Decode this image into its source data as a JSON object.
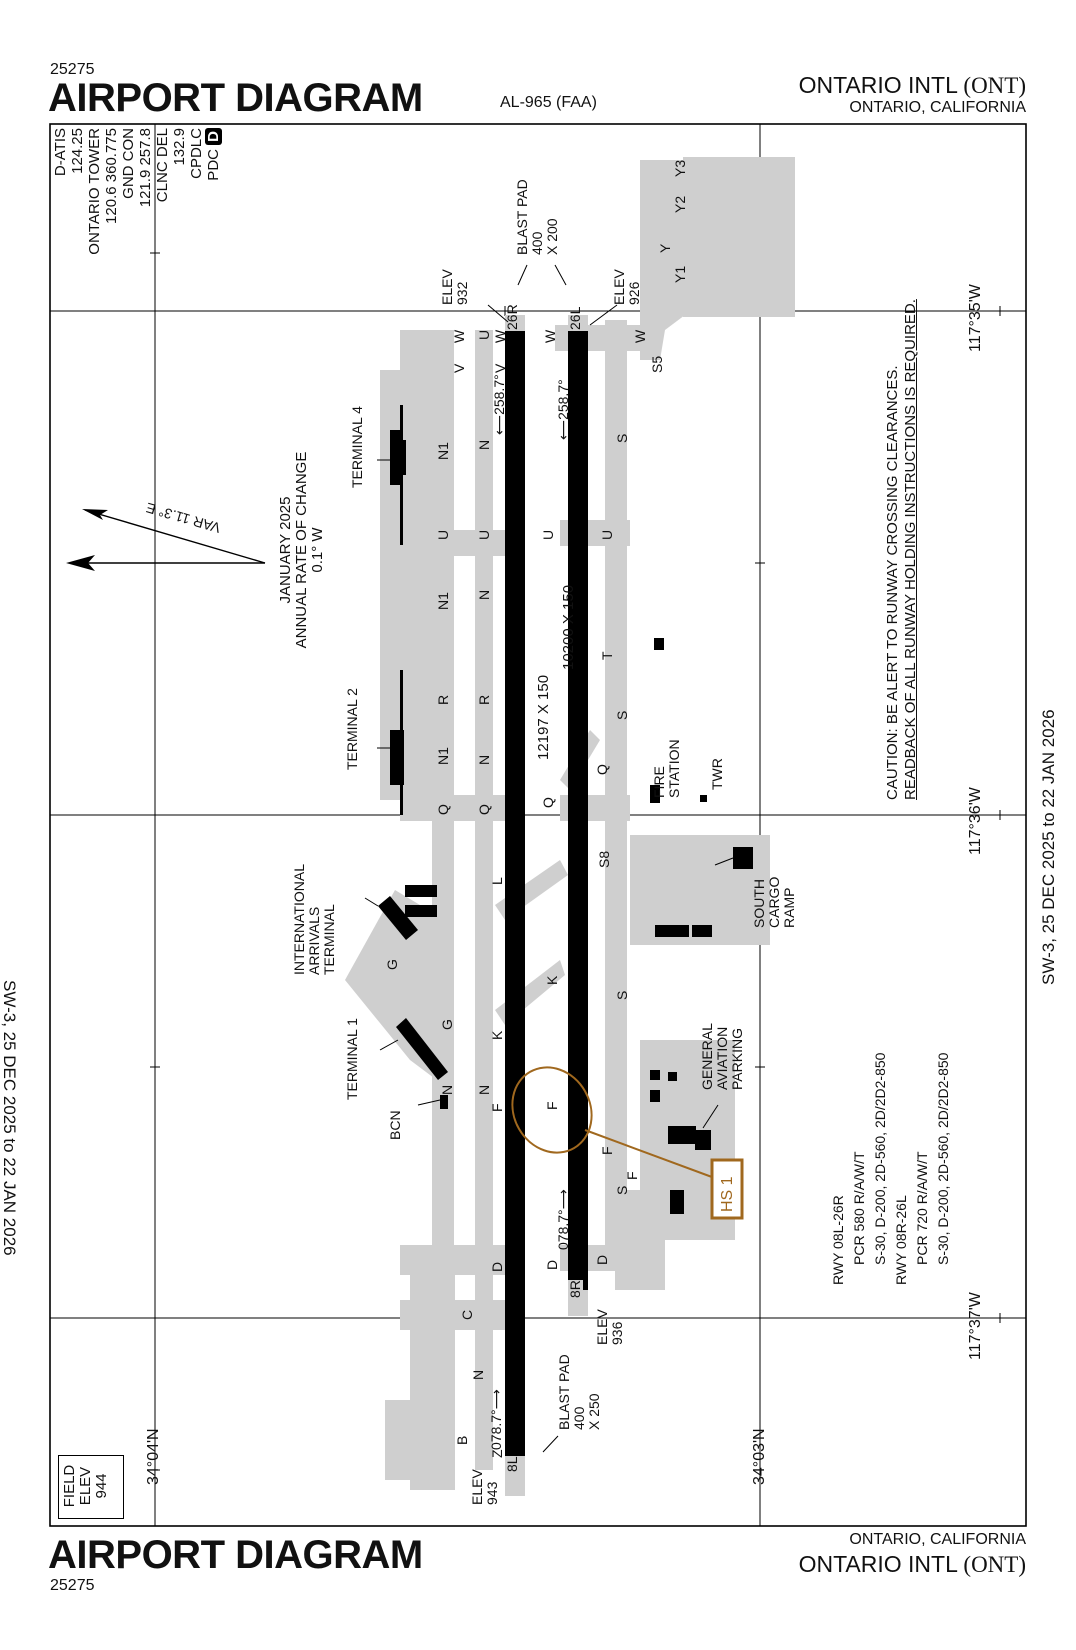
{
  "header": {
    "chart_number": "25275",
    "title": "AIRPORT DIAGRAM",
    "chart_id": "AL-965 (FAA)",
    "airport_name": "ONTARIO INTL",
    "airport_code": "(ONT)",
    "location": "ONTARIO, CALIFORNIA"
  },
  "footer": {
    "chart_number": "25275",
    "title": "AIRPORT DIAGRAM",
    "airport_name": "ONTARIO INTL",
    "airport_code": "(ONT)",
    "location": "ONTARIO, CALIFORNIA"
  },
  "validity": {
    "left": "SW-3,  25 DEC 2025  to  22 JAN 2026",
    "right": "SW-3,  25 DEC 2025  to  22 JAN 2026"
  },
  "frequencies": {
    "lines": [
      "D-ATIS",
      "124.25",
      "ONTARIO TOWER",
      "120.6 360.775",
      "GND CON",
      "121.9 257.8",
      "CLNC DEL",
      "132.9",
      "CPDLC",
      "PDC"
    ],
    "datalink_badge": "D"
  },
  "field_elev": {
    "lines": [
      "FIELD",
      "ELEV",
      "944"
    ]
  },
  "magnetic": {
    "variation": "VAR 11.3° E",
    "lines": [
      "JANUARY 2025",
      "ANNUAL RATE OF CHANGE",
      "0.1° W"
    ]
  },
  "caution": {
    "line1": "CAUTION:  BE ALERT TO RUNWAY CROSSING CLEARANCES.",
    "line2": "READBACK OF ALL RUNWAY HOLDING INSTRUCTIONS IS REQUIRED."
  },
  "coordinates": {
    "lon_top": "117°35'W",
    "lon_mid": "117°36'W",
    "lon_bottom": "117°37'W",
    "lat_left": "34°04'N",
    "lat_right": "34°03'N"
  },
  "runways": [
    {
      "designation": "8L-26R",
      "end_low": "8L",
      "end_high": "26R",
      "dimensions": "12197 X 150",
      "heading_low": "078.7°",
      "heading_high": "258.7°",
      "elev_low": [
        "ELEV",
        "943"
      ],
      "elev_high": [
        "ELEV",
        "932"
      ]
    },
    {
      "designation": "8R-26L",
      "end_low": "8R",
      "end_high": "26L",
      "dimensions": "10200 X 150",
      "heading_low": "078.7°",
      "heading_high": "258.7°",
      "elev_low": [
        "ELEV",
        "936"
      ],
      "elev_high": [
        "ELEV",
        "926"
      ]
    }
  ],
  "blast_pads": [
    {
      "lines": [
        "BLAST PAD",
        "400",
        "X 200"
      ]
    },
    {
      "lines": [
        "BLAST PAD",
        "400",
        "X 250"
      ]
    }
  ],
  "runway_data": {
    "lines": [
      "RWY 08L-26R",
      "PCR 580 R/A/W/T",
      "S-30, D-200, 2D-560, 2D/2D2-850",
      "RWY 08R-26L",
      "PCR 720 R/A/W/T",
      "S-30, D-200, 2D-560, 2D/2D2-850"
    ]
  },
  "facilities": {
    "terminal_4": "TERMINAL 4",
    "terminal_2": "TERMINAL 2",
    "terminal_1": "TERMINAL 1",
    "intl_arrivals": [
      "INTERNATIONAL",
      "ARRIVALS",
      "TERMINAL"
    ],
    "bcn": "BCN",
    "fire_station": [
      "FIRE",
      "STATION"
    ],
    "twr": "TWR",
    "south_cargo": [
      "SOUTH",
      "CARGO",
      "RAMP"
    ],
    "general_aviation": [
      "GENERAL",
      "AVIATION",
      "PARKING"
    ],
    "hotspot": "HS 1"
  },
  "taxiways": [
    {
      "label": "W",
      "key": "w1"
    },
    {
      "label": "W",
      "key": "w2"
    },
    {
      "label": "W",
      "key": "w3"
    },
    {
      "label": "W",
      "key": "w4"
    },
    {
      "label": "V",
      "key": "v1"
    },
    {
      "label": "V",
      "key": "v2"
    },
    {
      "label": "Y1",
      "key": "y1"
    },
    {
      "label": "Y2",
      "key": "y2"
    },
    {
      "label": "Y3",
      "key": "y3"
    },
    {
      "label": "Y",
      "key": "y"
    },
    {
      "label": "S5",
      "key": "s5"
    },
    {
      "label": "S",
      "key": "s1"
    },
    {
      "label": "S",
      "key": "s2"
    },
    {
      "label": "S",
      "key": "s3"
    },
    {
      "label": "S",
      "key": "s4"
    },
    {
      "label": "S8",
      "key": "s8"
    },
    {
      "label": "N1",
      "key": "n1a"
    },
    {
      "label": "N1",
      "key": "n1b"
    },
    {
      "label": "N1",
      "key": "n1c"
    },
    {
      "label": "N",
      "key": "na"
    },
    {
      "label": "N",
      "key": "nb"
    },
    {
      "label": "N",
      "key": "nc"
    },
    {
      "label": "N",
      "key": "nd"
    },
    {
      "label": "N",
      "key": "ne"
    },
    {
      "label": "N",
      "key": "nf"
    },
    {
      "label": "U",
      "key": "u1"
    },
    {
      "label": "U",
      "key": "u2"
    },
    {
      "label": "U",
      "key": "u3"
    },
    {
      "label": "U",
      "key": "u4"
    },
    {
      "label": "U",
      "key": "u5"
    },
    {
      "label": "T",
      "key": "t1"
    },
    {
      "label": "R",
      "key": "r1"
    },
    {
      "label": "R",
      "key": "r2"
    },
    {
      "label": "Q",
      "key": "q1"
    },
    {
      "label": "Q",
      "key": "q2"
    },
    {
      "label": "Q",
      "key": "q3"
    },
    {
      "label": "Q",
      "key": "q4"
    },
    {
      "label": "L",
      "key": "l1"
    },
    {
      "label": "K",
      "key": "k1"
    },
    {
      "label": "K",
      "key": "k2"
    },
    {
      "label": "G",
      "key": "g1"
    },
    {
      "label": "G",
      "key": "g2"
    },
    {
      "label": "F",
      "key": "f1"
    },
    {
      "label": "F",
      "key": "f2"
    },
    {
      "label": "F",
      "key": "f3"
    },
    {
      "label": "F",
      "key": "f4"
    },
    {
      "label": "D",
      "key": "d1"
    },
    {
      "label": "D",
      "key": "d2"
    },
    {
      "label": "D",
      "key": "d3"
    },
    {
      "label": "C",
      "key": "c1"
    },
    {
      "label": "B",
      "key": "b1"
    },
    {
      "label": "Z",
      "key": "z1"
    }
  ]
}
